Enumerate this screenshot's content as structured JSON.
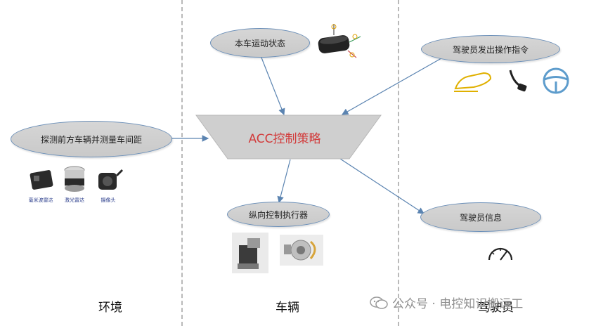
{
  "columns": {
    "env": "环境",
    "vehicle": "车辆",
    "driver": "驾驶员"
  },
  "nodes": {
    "strategy": "ACC控制策略",
    "self_motion": "本车运动状态",
    "detect": "探测前方车辆并测量车间距",
    "actuator": "纵向控制执行器",
    "driver_cmd": "驾驶员发出操作指令",
    "driver_info": "驾驶员信息"
  },
  "devices": {
    "radar": "毫米波雷达",
    "lidar": "激光雷达",
    "camera": "摄像头"
  },
  "watermark": {
    "text": "公众号 · 电控知识搬运工"
  },
  "colors": {
    "arrow": "#5b84b1",
    "strategy_text": "#d23b3b",
    "node_fill": "#cfcfcf",
    "node_border": "#6b8fb8"
  }
}
